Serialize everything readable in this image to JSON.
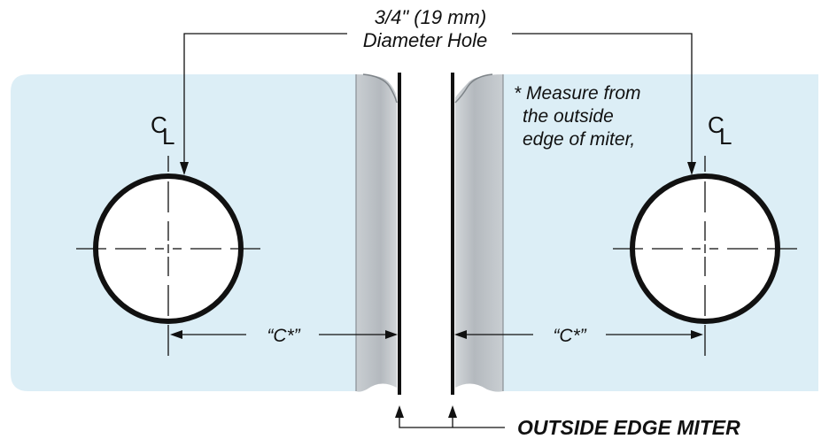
{
  "hole_label": {
    "line1": "3/4\" (19  mm)",
    "line2": "Diameter Hole"
  },
  "note": {
    "line1": "* Measure from",
    "line2": "the outside",
    "line3": "edge of miter,"
  },
  "centerline_symbol": "CL",
  "centerline_left": "C",
  "centerline_right": "L",
  "dimension_label": "“C*”",
  "miter_label": "OUTSIDE EDGE MITER",
  "colors": {
    "glass": "#dceef6",
    "miter_shade": "#b9bec3",
    "stroke": "#111111",
    "hole_fill": "#ffffff"
  }
}
